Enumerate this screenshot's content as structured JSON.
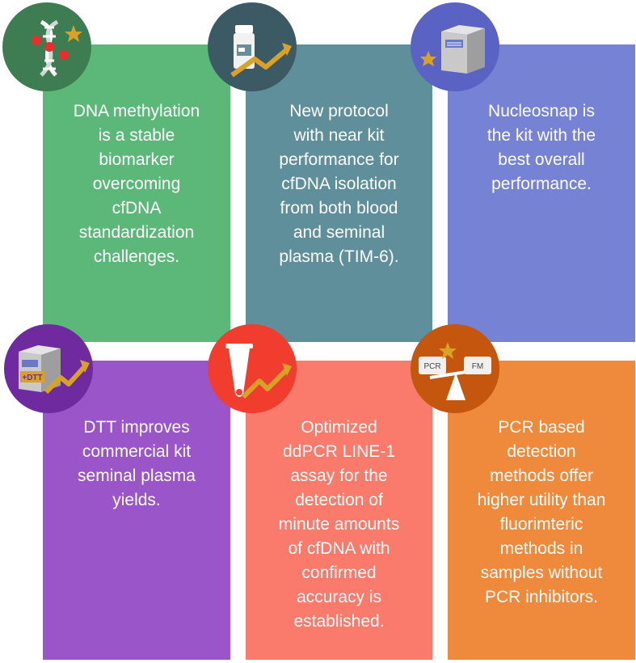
{
  "cards": [
    {
      "id": "dna-methylation",
      "color": "#5cb879",
      "badge_color": "#3e7d52",
      "lines": [
        "DNA methylation",
        "is a stable",
        "biomarker",
        "overcoming",
        "cfDNA",
        "standardization",
        "challenges."
      ],
      "icon": "dna-icon"
    },
    {
      "id": "new-protocol",
      "color": "#5f8f9a",
      "badge_color": "#3c5a63",
      "lines": [
        "New protocol",
        "with near kit",
        "performance for",
        "cfDNA isolation",
        "from both blood",
        "and seminal",
        "plasma (TIM-6)."
      ],
      "icon": "vial-icon"
    },
    {
      "id": "nucleosnap",
      "color": "#7682d4",
      "badge_color": "#5a63c4",
      "lines": [
        "Nucleosnap is",
        "the kit with the",
        "best overall",
        "performance."
      ],
      "icon": "kit-box-icon"
    },
    {
      "id": "dtt",
      "color": "#9a56c9",
      "badge_color": "#6e2a9e",
      "lines": [
        "DTT improves",
        "commercial kit",
        "seminal plasma",
        "yields."
      ],
      "icon": "dtt-box-icon",
      "box_label": "+DTT"
    },
    {
      "id": "ddpcr",
      "color": "#fa7a6b",
      "badge_color": "#f13d2e",
      "lines": [
        "Optimized",
        "ddPCR LINE-1",
        "assay for the",
        "detection of",
        "minute amounts",
        "of cfDNA with",
        "confirmed",
        "accuracy is",
        "established."
      ],
      "icon": "pcr-tube-icon"
    },
    {
      "id": "pcr-detection",
      "color": "#ef8a3c",
      "badge_color": "#c4560e",
      "lines": [
        "PCR based",
        "detection",
        "methods offer",
        "higher utility than",
        "fluorimteric",
        "methods in",
        "samples without",
        "PCR inhibitors."
      ],
      "icon": "balance-scale-icon",
      "scale_left": "PCR",
      "scale_right": "FM"
    }
  ],
  "colors": {
    "star": "#d9a227",
    "arrow": "#d9a227"
  }
}
